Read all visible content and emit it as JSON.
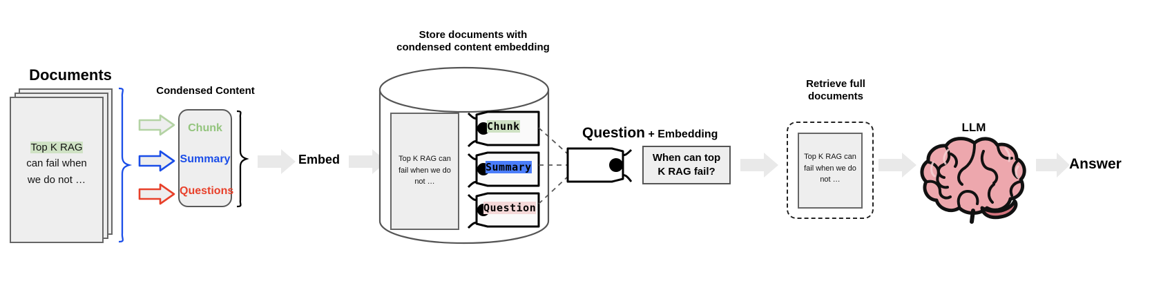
{
  "diagram": {
    "title_documents": "Documents",
    "title_condensed": "Condensed Content",
    "title_store": "Store documents with\ncondensed content embedding",
    "title_retrieve": "Retrieve full\ndocuments",
    "title_llm": "LLM",
    "label_embed": "Embed",
    "label_answer": "Answer",
    "question_heading_bold": "Question",
    "question_heading_rest": " + Embedding"
  },
  "document": {
    "highlight": "Top K RAG",
    "line2": "can fail when",
    "line3": "we do not …",
    "compact_line1": "Top K RAG can",
    "compact_line2": "fail when we do",
    "compact_line3": "not …"
  },
  "condensed": {
    "items": [
      {
        "label": "Chunk",
        "color": "#93c47d"
      },
      {
        "label": "Summary",
        "color": "#1a4de8"
      },
      {
        "label": "Questions",
        "color": "#e8402a"
      }
    ]
  },
  "arrows": {
    "chunk_arrow_color": "#93c47d",
    "summary_arrow_color": "#1a4de8",
    "questions_arrow_color": "#e8402a",
    "flow_arrow_color": "#e9e9e9",
    "bracket_color": "#1a4de8"
  },
  "store_tags": [
    {
      "label": "Chunk",
      "highlight": "#cfe2c4"
    },
    {
      "label": "Summary",
      "highlight": "#4a7dfa"
    },
    {
      "label": "Question",
      "highlight": "#f4d8d8"
    }
  ],
  "query": {
    "text_line1": "When can top",
    "text_line2": "K RAG fail?"
  },
  "colors": {
    "doc_fill": "#eeeeee",
    "doc_stroke": "#666666",
    "cylinder_stroke": "#555555",
    "brain_fill": "#eda7ad",
    "brain_shade": "#d4747e",
    "brain_stroke": "#111111"
  }
}
